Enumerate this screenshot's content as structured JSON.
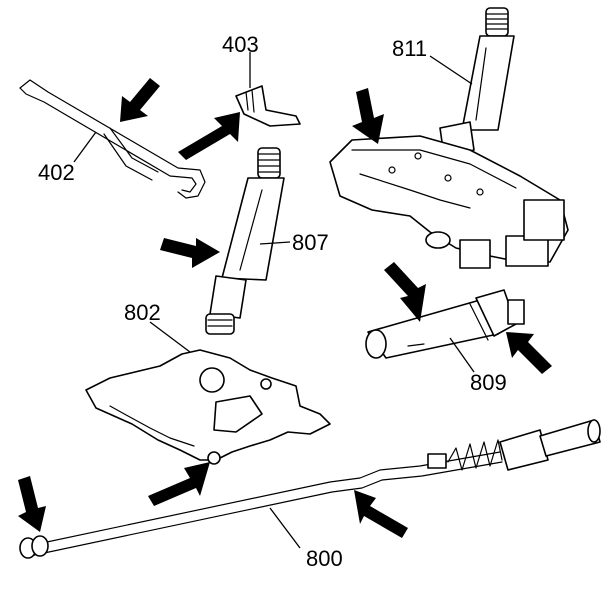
{
  "callouts": {
    "c403": "403",
    "c402": "402",
    "c811": "811",
    "c807": "807",
    "c802": "802",
    "c809": "809",
    "c800": "800"
  },
  "icons": {
    "arrow": "solid-black-arrow-icon"
  }
}
